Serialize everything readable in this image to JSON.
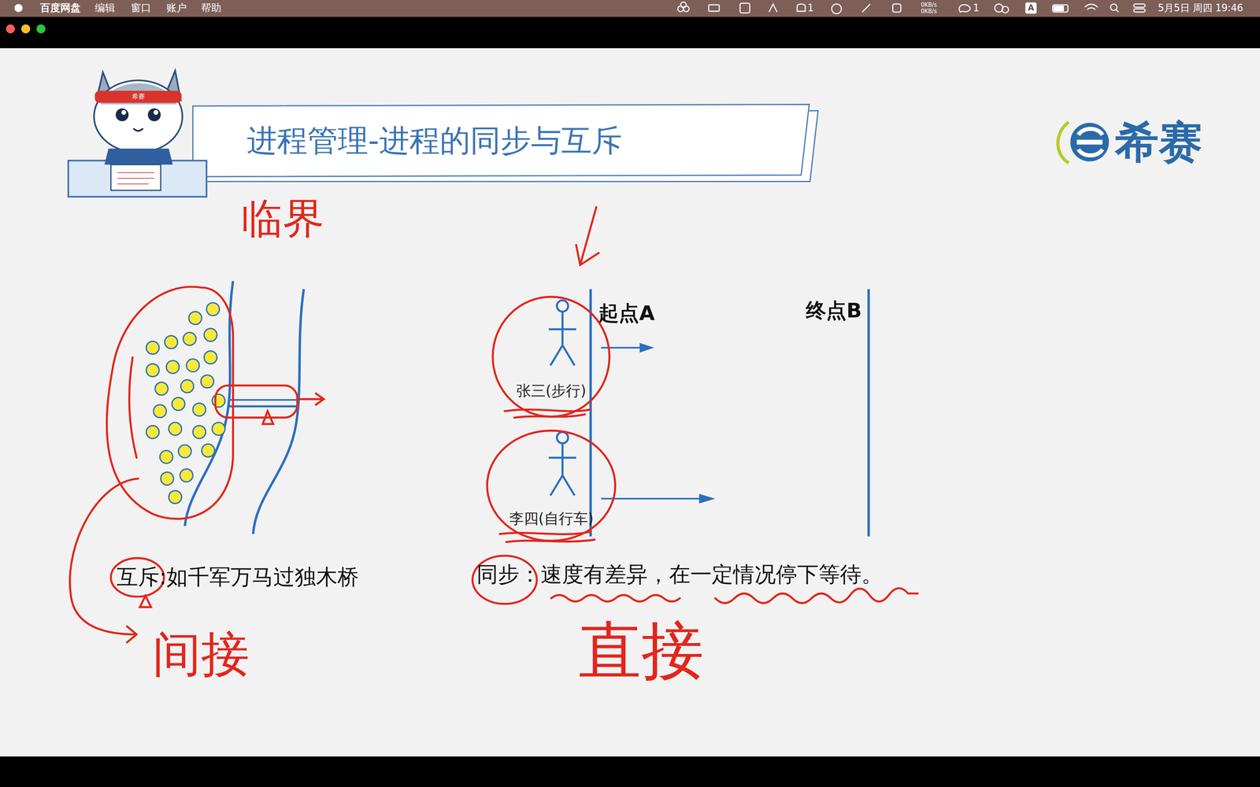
{
  "diagram": {
    "title": "进程管理-进程的同步与互斥",
    "nodes": [
      {
        "text": [
          "张三(步行)"
        ]
      },
      {
        "text": [
          "李四(自行车)"
        ]
      }
    ],
    "labels": [
      "百度网盘",
      "编辑",
      "窗口",
      "账户",
      "帮助",
      "1",
      "0KB/s",
      "0KB/s",
      "1",
      "A",
      "5月5日 周四 19:46",
      "希赛",
      "希赛",
      "临界",
      "互斥:如千军万马过独木桥",
      "间接",
      "起点A",
      "终点B",
      "同步：速度有差异，在一定情况停下等待。",
      "直接"
    ]
  }
}
